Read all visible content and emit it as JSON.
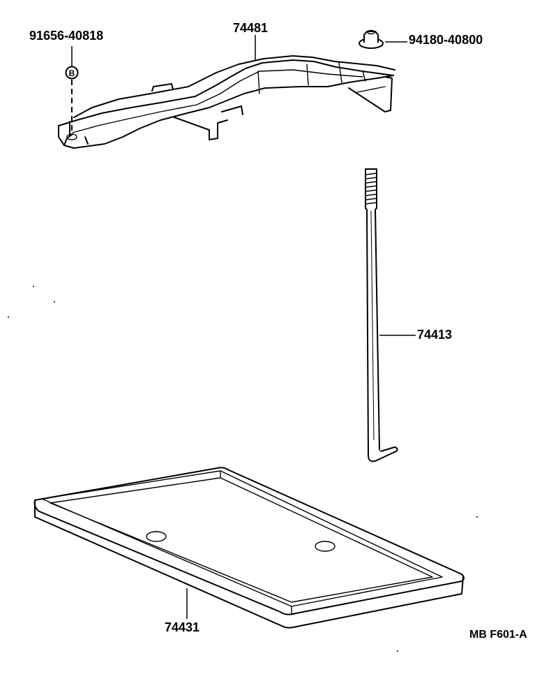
{
  "parts": {
    "bolt_code": "91656-40818",
    "bolt_marker": "B",
    "clamp_code": "74481",
    "nut_code": "94180-40800",
    "rod_code": "74413",
    "tray_code": "74431"
  },
  "figure_code": "MB F601-A"
}
